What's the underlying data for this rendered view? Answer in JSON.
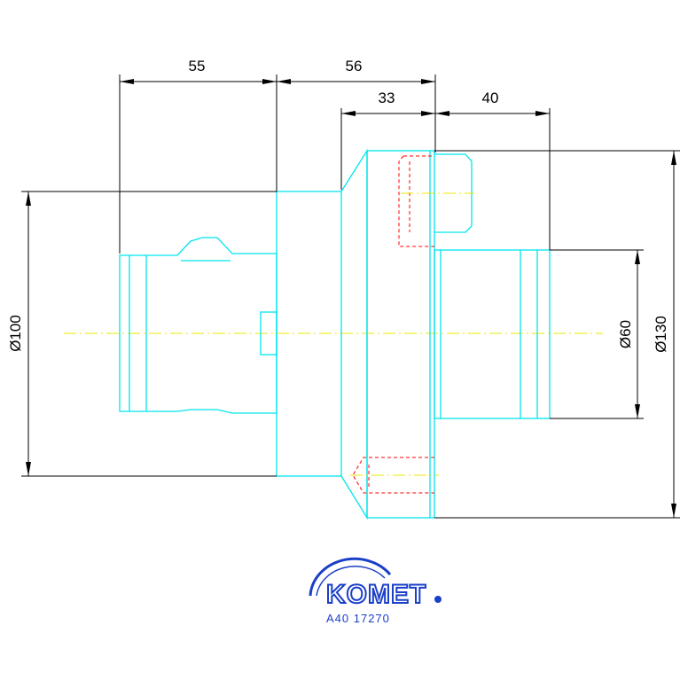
{
  "dimensions": {
    "top_left": "55",
    "top_mid": "56",
    "mid": "33",
    "right": "40",
    "dia_left": "Ø100",
    "dia_inner": "Ø60",
    "dia_outer": "Ø130"
  },
  "logo": {
    "brand": "KOMET",
    "part_number": "A40 17270"
  },
  "colors": {
    "part_outline": "#00e5ee",
    "hidden_lines": "#ff0000",
    "center_line": "#e8e800",
    "dimension_lines": "#000000",
    "logo": "#1a3fc8"
  }
}
